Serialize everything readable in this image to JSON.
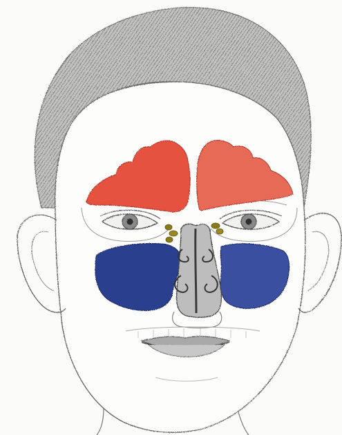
{
  "colors": {
    "paper": "#fbfbf9",
    "pencil": "#5a5a5a",
    "hair": "#6b6b6b",
    "frontal_sinus": "#e5523f",
    "maxillary_sinus": "#2b3f8e",
    "ethmoid_cells": "#8a7a1e",
    "nasal_cavity": "#4a4a4a"
  },
  "icons": {
    "left_frontal": "frontal-sinus-left-shape",
    "right_frontal": "frontal-sinus-right-shape",
    "left_maxillary": "maxillary-sinus-left-shape",
    "right_maxillary": "maxillary-sinus-right-shape"
  }
}
